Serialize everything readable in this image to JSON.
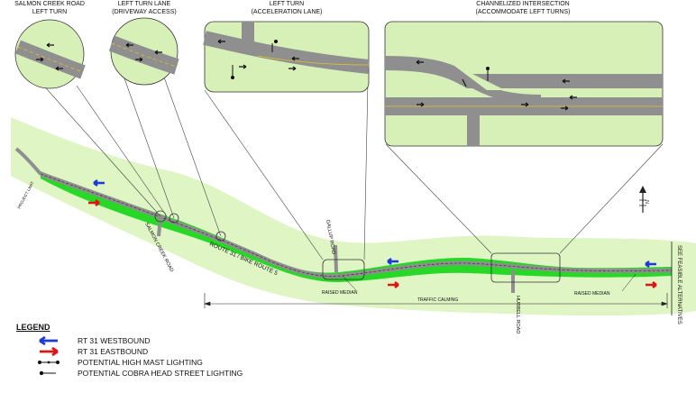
{
  "callouts": {
    "salmon_creek": {
      "line1": "SALMON CREEK ROAD",
      "line2": "LEFT TURN"
    },
    "driveway": {
      "line2": "LEFT TURN LANE",
      "line3": "(DRIVEWAY ACCESS)"
    },
    "gallup": {
      "line1": "LEFT TURN",
      "line2": "(ACCELERATION LANE)"
    },
    "hubbell": {
      "line1": "CHANNELIZED INTERSECTION",
      "line2": "(ACCOMMODATE LEFT TURNS)"
    }
  },
  "map_labels": {
    "project_limit": "PROJECT LIMIT",
    "salmon_creek_road": "SALMON CREEK ROAD",
    "route": "ROUTE  31 / BIKE ROUTE 5",
    "gallup_road": "GALLUP ROAD",
    "raised_median_left": "RAISED MEDIAN",
    "raised_median_right": "RAISED MEDIAN",
    "traffic_calming": "TRAFFIC CALMING",
    "hubbell_road": "HUBBELL ROAD",
    "see_feasible": "SEE FEASIBLE ALTERNATIVES",
    "north_arrow": "N"
  },
  "legend": {
    "title": "LEGEND",
    "items": [
      {
        "label": "RT 31 WESTBOUND",
        "symbol": "blue-arrow",
        "color": "#1f3ad8"
      },
      {
        "label": "RT 31 EASTBOUND",
        "symbol": "red-arrow",
        "color": "#e01414"
      },
      {
        "label": "POTENTIAL HIGH MAST LIGHTING",
        "symbol": "high-mast"
      },
      {
        "label": "POTENTIAL COBRA HEAD STREET LIGHTING",
        "symbol": "cobra-head"
      }
    ]
  },
  "colors": {
    "corridor_light": "#dff5c4",
    "corridor_bright": "#27d827",
    "road": "#9a9a9a",
    "callout_bg": "#d7f0b8",
    "centerline": "#e0c028"
  }
}
